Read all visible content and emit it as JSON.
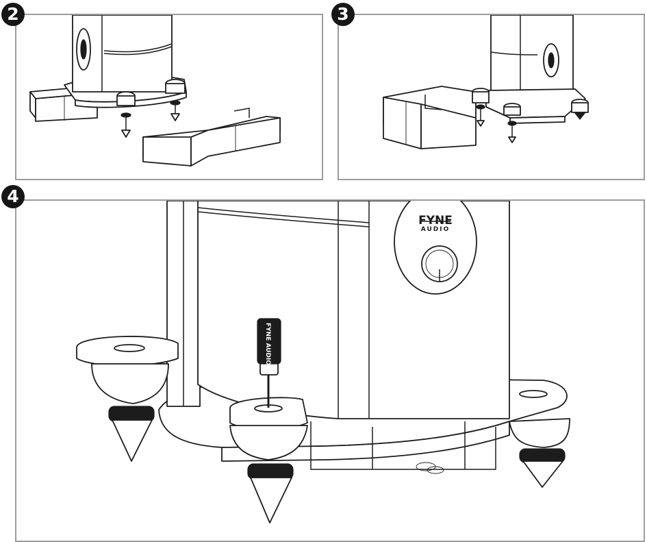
{
  "steps": {
    "step2": "2",
    "step3": "3",
    "step4": "4"
  },
  "badge": {
    "brand_line1": "FYNE",
    "brand_line2": "AUDIO"
  },
  "screwdriver": {
    "handle_text": "FYNE AUDIO"
  }
}
